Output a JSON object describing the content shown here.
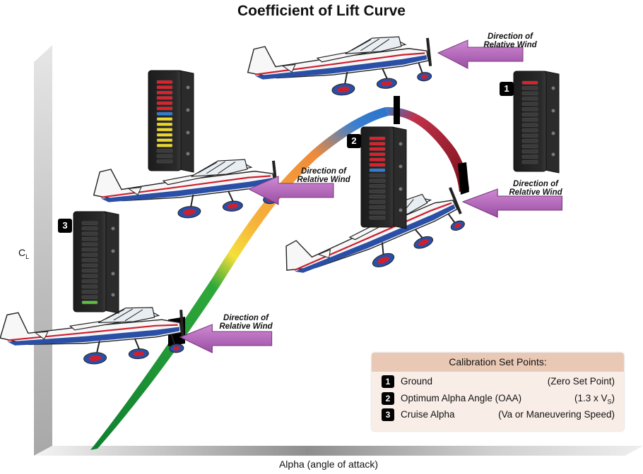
{
  "title": "Coefficient of Lift Curve",
  "x_axis_label": "Alpha (angle of attack)",
  "y_axis_label": {
    "main": "C",
    "sub": "L"
  },
  "wind_label": [
    "Direction of",
    "Relative Wind"
  ],
  "badges": [
    "1",
    "2",
    "3"
  ],
  "legend": {
    "heading": "Calibration Set Points:",
    "rows": [
      {
        "num": "1",
        "label": "Ground",
        "value": "(Zero Set Point)"
      },
      {
        "num": "2",
        "label": "Optimum Alpha Angle (OAA)",
        "value_main": "(1.3 x V",
        "value_sub": "S",
        "value_end": ")"
      },
      {
        "num": "3",
        "label": "Cruise Alpha",
        "value": "(Va or Maneuvering Speed)"
      }
    ]
  },
  "colors": {
    "curve_green": "#1a9a3a",
    "curve_yellow": "#f5e03a",
    "curve_orange": "#f39a3a",
    "curve_blue": "#3a7fd0",
    "curve_red": "#a81c24",
    "arrow": "#b26ab8",
    "plane_blue": "#2a4fa6",
    "plane_red": "#cc2030",
    "led_red": "#e0202a",
    "led_blue": "#2f7fd8",
    "led_yellow": "#ecd82a",
    "led_green": "#5cc040"
  },
  "indicators": [
    {
      "id": "top",
      "lit": [
        "red",
        "red",
        "red",
        "red",
        "red",
        "red",
        "blue",
        "yellow",
        "yellow",
        "yellow",
        "yellow",
        "yellow",
        "yellow",
        "off",
        "off",
        "off"
      ]
    },
    {
      "id": "1",
      "lit": [
        "red",
        "off",
        "off",
        "off",
        "off",
        "off",
        "off",
        "off",
        "off",
        "off",
        "off",
        "off",
        "off",
        "off",
        "off",
        "off"
      ]
    },
    {
      "id": "2",
      "lit": [
        "red",
        "red",
        "red",
        "red",
        "red",
        "red",
        "blue",
        "off",
        "off",
        "off",
        "off",
        "off",
        "off",
        "off",
        "off",
        "off"
      ]
    },
    {
      "id": "3",
      "lit": [
        "off",
        "off",
        "off",
        "off",
        "off",
        "off",
        "off",
        "off",
        "off",
        "off",
        "off",
        "off",
        "off",
        "off",
        "off",
        "green"
      ]
    }
  ]
}
